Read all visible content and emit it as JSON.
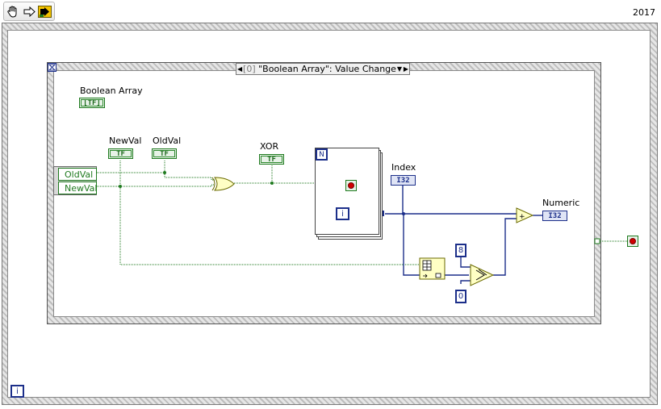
{
  "toolbar": {
    "icons": [
      "hand-tool-icon",
      "step-arrow-icon",
      "run-arrow-icon"
    ]
  },
  "version_label": "2017",
  "event_structure": {
    "selector_index": "[0]",
    "selector_label": "\"Boolean Array\": Value Change"
  },
  "labels": {
    "boolean_array": "Boolean Array",
    "newval": "NewVal",
    "oldval": "OldVal",
    "xor": "XOR",
    "index": "Index",
    "numeric": "Numeric"
  },
  "event_data_node": {
    "items": [
      "OldVal",
      "NewVal"
    ]
  },
  "terminals": {
    "bool_text": "[TF]",
    "bool_short": "TF",
    "i32_text": "I32"
  },
  "constants": {
    "eight": "8",
    "zero": "0"
  },
  "loop_labels": {
    "n": "N",
    "i": "i"
  },
  "colors": {
    "boolean_wire": "#1f7a1f",
    "integer_wire": "#1c2f8a",
    "stop": "#d00000",
    "primitive_fill": "#ffffc4"
  }
}
